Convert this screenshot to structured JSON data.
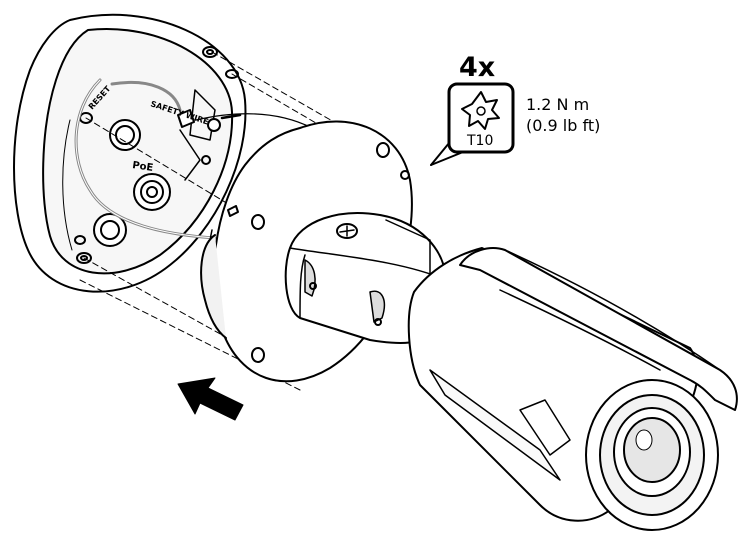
{
  "callout": {
    "quantity": "4x",
    "torque_nm": "1.2 N m",
    "torque_lbft": "(0.9 lb ft)",
    "bit_size": "T10"
  },
  "housing_labels": {
    "poe": "PoE",
    "safety_wire": "SAFETY WIRE",
    "reset": "RESET"
  }
}
